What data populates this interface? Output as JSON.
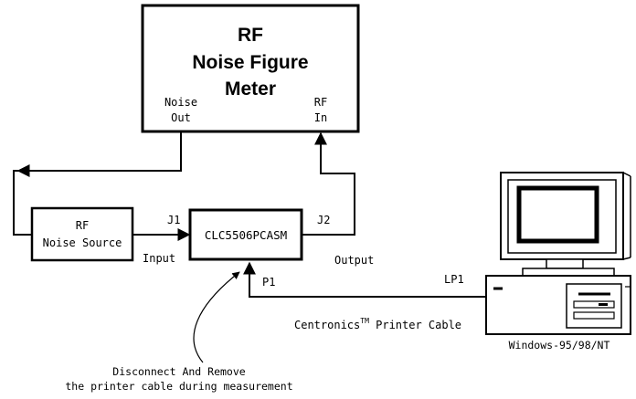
{
  "meter": {
    "title_line1": "RF",
    "title_line2": "Noise Figure",
    "title_line3": "Meter",
    "noise_out_line1": "Noise",
    "noise_out_line2": "Out",
    "rf_in_line1": "RF",
    "rf_in_line2": "In"
  },
  "noise_source": {
    "line1": "RF",
    "line2": "Noise Source"
  },
  "device": {
    "name": "CLC5506PCASM",
    "j1": "J1",
    "j2": "J2",
    "input": "Input",
    "output": "Output",
    "p1": "P1"
  },
  "computer": {
    "lp1": "LP1",
    "os_label": "Windows-95/98/NT"
  },
  "cable": {
    "label": "Centronics",
    "tm": "TM",
    "label_suffix": " Printer Cable"
  },
  "note": {
    "line1": "Disconnect And Remove",
    "line2": "the printer cable during measurement"
  }
}
